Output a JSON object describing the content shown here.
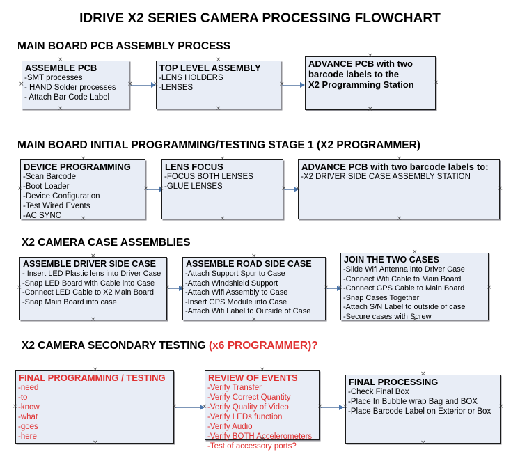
{
  "document": {
    "title": "IDRIVE X2  SERIES CAMERA PROCESSING FLOWCHART"
  },
  "sections": [
    {
      "id": "main-board-pcb-assembly",
      "title": "MAIN BOARD PCB ASSEMBLY PROCESS",
      "title_red": "",
      "boxes": [
        {
          "id": "assemble-pcb",
          "header": "ASSEMBLE PCB",
          "lines": [
            "-SMT processes",
            "- HAND Solder processes",
            "- Attach Bar Code Label"
          ]
        },
        {
          "id": "top-level-assembly",
          "header": "TOP LEVEL ASSEMBLY",
          "lines": [
            "-LENS HOLDERS",
            "-LENSES"
          ]
        },
        {
          "id": "advance-pcb-programming-station",
          "header": "ADVANCE PCB with two",
          "lines": [
            "barcode labels to the",
            " X2 Programming Station"
          ]
        }
      ]
    },
    {
      "id": "main-board-initial-programming",
      "title": "MAIN BOARD INITIAL PROGRAMMING/TESTING STAGE 1 (X2 PROGRAMMER)",
      "title_red": "",
      "boxes": [
        {
          "id": "device-programming",
          "header": "DEVICE PROGRAMMING",
          "lines": [
            "-Scan Barcode",
            "-Boot Loader",
            "-Device Configuration",
            "-Test Wired Events",
            "-AC SYNC"
          ]
        },
        {
          "id": "lens-focus",
          "header": "LENS FOCUS",
          "lines": [
            "-FOCUS BOTH LENSES",
            "-GLUE LENSES"
          ]
        },
        {
          "id": "advance-pcb-driver-side-case",
          "header": "ADVANCE PCB with two barcode labels to:",
          "lines": [
            "-X2 DRIVER  SIDE  CASE  ASSEMBLY STATION"
          ]
        }
      ]
    },
    {
      "id": "x2-camera-case-assemblies",
      "title": "X2 CAMERA CASE ASSEMBLIES",
      "title_red": "",
      "boxes": [
        {
          "id": "assemble-driver-side-case",
          "header": "ASSEMBLE DRIVER SIDE CASE",
          "lines": [
            "- Insert LED Plastic lens into Driver Case",
            "-Snap LED Board with Cable into Case",
            "-Connect LED Cable to X2 Main Board",
            "-Snap Main Board into case"
          ]
        },
        {
          "id": "assemble-road-side-case",
          "header": "ASSEMBLE ROAD SIDE CASE",
          "lines": [
            "-Attach Support Spur to Case",
            "-Attach Windshield Support",
            "-Attach Wifi Assembly to Case",
            "-Insert GPS Module into Case",
            "-Attach Wifi Label to Outside of Case"
          ]
        },
        {
          "id": "join-the-two-cases",
          "header": "JOIN THE TWO CASES",
          "lines": [
            "-Slide Wifi Antenna into Driver Case",
            "-Connect Wifi Cable to Main Board",
            "-Connect GPS Cable to Main Board",
            "-Snap Cases Together",
            "-Attach S/N Label to outside of case",
            "-Secure cases with Screw"
          ]
        }
      ]
    },
    {
      "id": "x2-camera-secondary-testing",
      "title": "X2 CAMERA SECONDARY TESTING ",
      "title_red": "(x6 PROGRAMMER)?",
      "boxes": [
        {
          "id": "final-programming-testing",
          "header": "FINAL PROGRAMMING / TESTING",
          "lines": [
            "-need",
            "-to",
            "-know",
            "-what",
            "-goes",
            "-here"
          ]
        },
        {
          "id": "review-of-events",
          "header": "REVIEW OF EVENTS",
          "lines": [
            "-Verify Transfer",
            "-Verify Correct Quantity",
            "-Verify Quality of Video",
            "-Verify LEDs function",
            "-Verify Audio",
            "-Verify BOTH Accelerometers",
            "-Test of accessory ports?"
          ]
        },
        {
          "id": "final-processing",
          "header": "FINAL PROCESSING",
          "lines": [
            "-Check Final Box",
            "-Place In Bubble wrap Bag and BOX",
            "-Place Barcode Label on Exterior or Box"
          ]
        }
      ]
    }
  ],
  "colors": {
    "box_fill": "#e8edf6",
    "box_border": "#1a1a1a",
    "connector": "#7d96b8",
    "arrow": "#4a76ad",
    "accent_red": "#e03030",
    "text": "#000000",
    "background": "#ffffff"
  }
}
